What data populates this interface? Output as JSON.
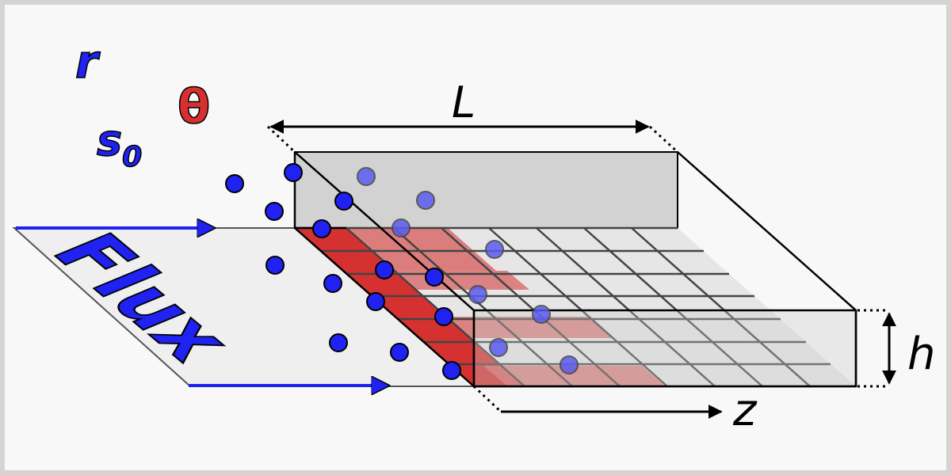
{
  "labels": {
    "r": "r",
    "theta": "θ",
    "s": "s",
    "s_sub": "0",
    "flux": "Flux",
    "L": "L",
    "h": "h",
    "z": "z"
  },
  "colors": {
    "blue": "#1f22f0",
    "red": "#d73030",
    "grey_box": "#cfcfcf",
    "grid_line": "#444444",
    "background": "#f8f8f8"
  }
}
